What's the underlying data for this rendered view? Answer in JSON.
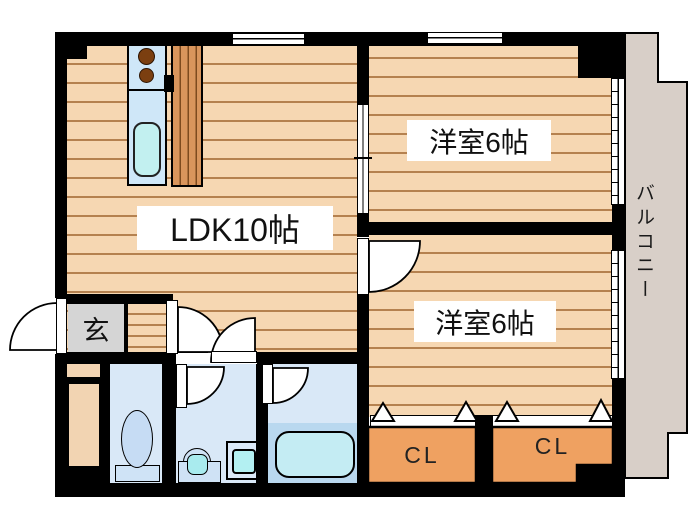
{
  "floorplan": {
    "rooms": {
      "ldk": {
        "label": "LDK10帖"
      },
      "bedroom_top": {
        "label": "洋室6帖"
      },
      "bedroom_bottom": {
        "label": "洋室6帖"
      },
      "balcony": {
        "label": "バルコニー"
      },
      "entrance": {
        "label": "玄"
      },
      "closet_left": {
        "label": "CL"
      },
      "closet_right": {
        "label": "CL"
      }
    },
    "colors": {
      "wall": "#000000",
      "wood_floor": "#f6d7b2",
      "wood_floor_line": "#b5814f",
      "wood_dark_strip": "#d9955c",
      "water_room": "#d9e8f7",
      "bath_zone": "#b9d8ef",
      "fixture_cyan": "#b5eef2",
      "closet_orange": "#efa161",
      "balcony_gray": "#d8cfc8",
      "entrance_gray": "#d5d5d5",
      "stove_burner": "#7b3f10"
    }
  }
}
